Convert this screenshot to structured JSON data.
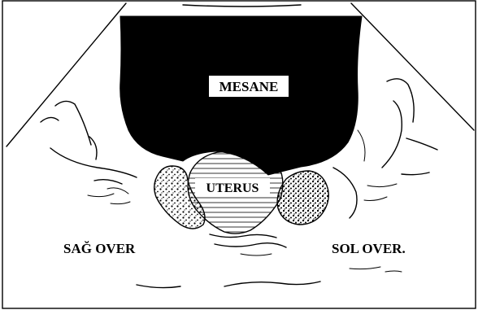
{
  "diagram": {
    "labels": {
      "bladder": "MESANE",
      "uterus": "UTERUS",
      "right_ovary": "SAĞ OVER",
      "left_ovary": "SOL OVER."
    },
    "colors": {
      "ink": "#000000",
      "paper": "#ffffff"
    }
  }
}
